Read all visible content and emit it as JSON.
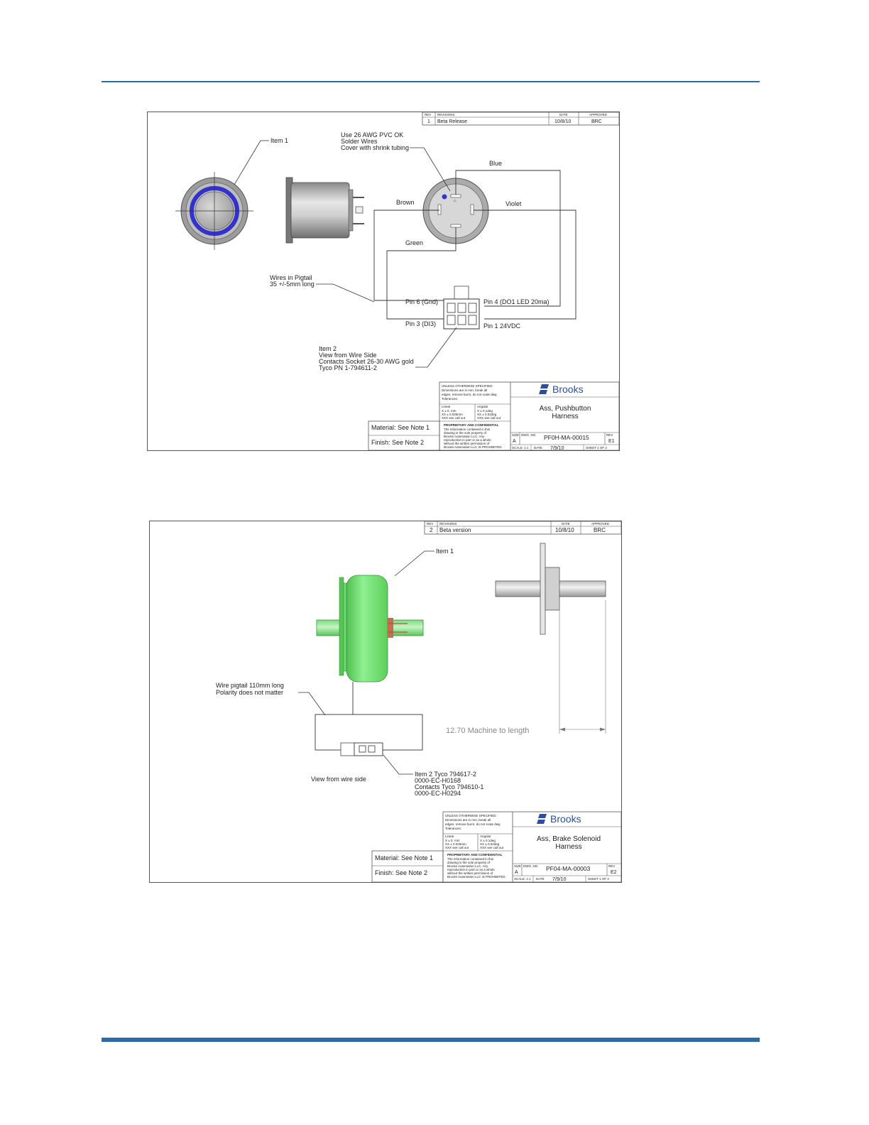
{
  "colors": {
    "rule": "#2e6aa8",
    "brand": "#2a4fa0",
    "led_ring": "#3333cc",
    "solenoid_green": "#6fdc6f"
  },
  "drawing1": {
    "rev_header": {
      "rev": "REV",
      "revisions": "REVISIONS",
      "date": "DATE",
      "approved": "APPROVED"
    },
    "rev_row": {
      "rev": "1",
      "desc": "Beta Release",
      "date": "10/8/10",
      "approved": "BRC"
    },
    "callouts": {
      "item1": "Item 1",
      "note_l1": "Use 26 AWG PVC OK",
      "note_l2": "Solder Wires",
      "note_l3": "Cover with shrink tubing",
      "blue": "Blue",
      "brown": "Brown",
      "violet": "Violet",
      "green": "Green",
      "pigtail_l1": "Wires in Pigtail",
      "pigtail_l2": "35 +/-5mm long",
      "pin6": "Pin 6 (Gnd)",
      "pin4": "Pin 4 (DO1 LED 20ma)",
      "pin3": "Pin 3 (DI3)",
      "pin1": "Pin 1 24VDC",
      "item2_l1": "Item 2",
      "item2_l2": "View from Wire Side",
      "item2_l3": "Contacts Socket 26-30 AWG gold",
      "item2_l4": "Tyco PN 1-794611-2"
    },
    "title_block": {
      "unless_l1": "UNLESS OTHERWISE SPECIFIED:",
      "unless_l2": "Dimensions are in mm, break all",
      "unless_l3": "edges, remove burrs, do not scale dwg",
      "unless_l4": "Tolerances:",
      "linear": "Linear",
      "angular": "Angular",
      "lin1": "X    ± 0. mm",
      "lin2": "XX   ± 0.025mm",
      "lin3": "XXX  see call out",
      "ang1": "X    ± 0.1deg",
      "ang2": "XX   ± 0.02deg",
      "ang3": "XXX  see call out",
      "prop_title": "PROPRIETARY AND CONFIDENTIAL",
      "prop_l1": "The information contained in this",
      "prop_l2": "drawing is the sole property of",
      "prop_l3": "Brooks Automation LLC. Any",
      "prop_l4": "reproduction in part or as a whole",
      "prop_l5": "without the written permission of",
      "prop_l6": "Brooks Automation LLC IS PROHIBITED.",
      "material": "Material: See Note 1",
      "finish": "Finish: See Note 2",
      "brand": "Brooks",
      "title_l1": "Ass, Pushbutton",
      "title_l2": "Harness",
      "size_label": "SIZE",
      "size": "A",
      "dwg_label": "DWG. NO.",
      "dwg_no": "PF0H-MA-00015",
      "rev_label": "REV",
      "rev": "E1",
      "scale": "SCALE: 1:1",
      "date_label": "DATE",
      "date": "7/9/10",
      "sheet": "SHEET 1 OF 2"
    }
  },
  "drawing2": {
    "rev_header": {
      "rev": "REV",
      "revisions": "REVISIONS",
      "date": "DATE",
      "approved": "APPROVED"
    },
    "rev_row": {
      "rev": "2",
      "desc": "Beta version",
      "date": "10/8/10",
      "approved": "BRC"
    },
    "callouts": {
      "item1": "Item 1",
      "pigtail_l1": "Wire pigtail 110mm long",
      "pigtail_l2": "Polarity does not matter",
      "dimension": "12.70 Machine to length",
      "view": "View from wire side",
      "item2_l1": "Item 2 Tyco 794617-2",
      "item2_l2": "0000-EC-H0168",
      "item2_l3": "Contacts Tyco 794610-1",
      "item2_l4": "0000-EC-H0294"
    },
    "title_block": {
      "unless_l1": "UNLESS OTHERWISE SPECIFIED:",
      "unless_l2": "Dimensions are in mm, break all",
      "unless_l3": "edges, remove burrs, do not scale dwg",
      "unless_l4": "Tolerances:",
      "linear": "Linear",
      "angular": "Angular",
      "lin1": "X    ± 0. mm",
      "lin2": "XX   ± 0.025mm",
      "lin3": "XXX  see call out",
      "ang1": "X    ± 0.1deg",
      "ang2": "XX   ± 0.02deg",
      "ang3": "XXX  see call out",
      "prop_title": "PROPRIETARY AND CONFIDENTIAL",
      "prop_l1": "The information contained in this",
      "prop_l2": "drawing is the sole property of",
      "prop_l3": "Brooks Automation LLC. Any",
      "prop_l4": "reproduction in part or as a whole",
      "prop_l5": "without the written permission of",
      "prop_l6": "Brooks Automation LLC IS PROHIBITED.",
      "material": "Material: See Note 1",
      "finish": "Finish: See Note 2",
      "brand": "Brooks",
      "title_l1": "Ass, Brake Solenoid",
      "title_l2": "Harness",
      "size_label": "SIZE",
      "size": "A",
      "dwg_label": "DWG. NO.",
      "dwg_no": "PF04-MA-00003",
      "rev_label": "REV",
      "rev": "E2",
      "scale": "SCALE: 1:1",
      "date_label": "DATE",
      "date": "7/9/10",
      "sheet": "SHEET 1 OF 2"
    }
  }
}
